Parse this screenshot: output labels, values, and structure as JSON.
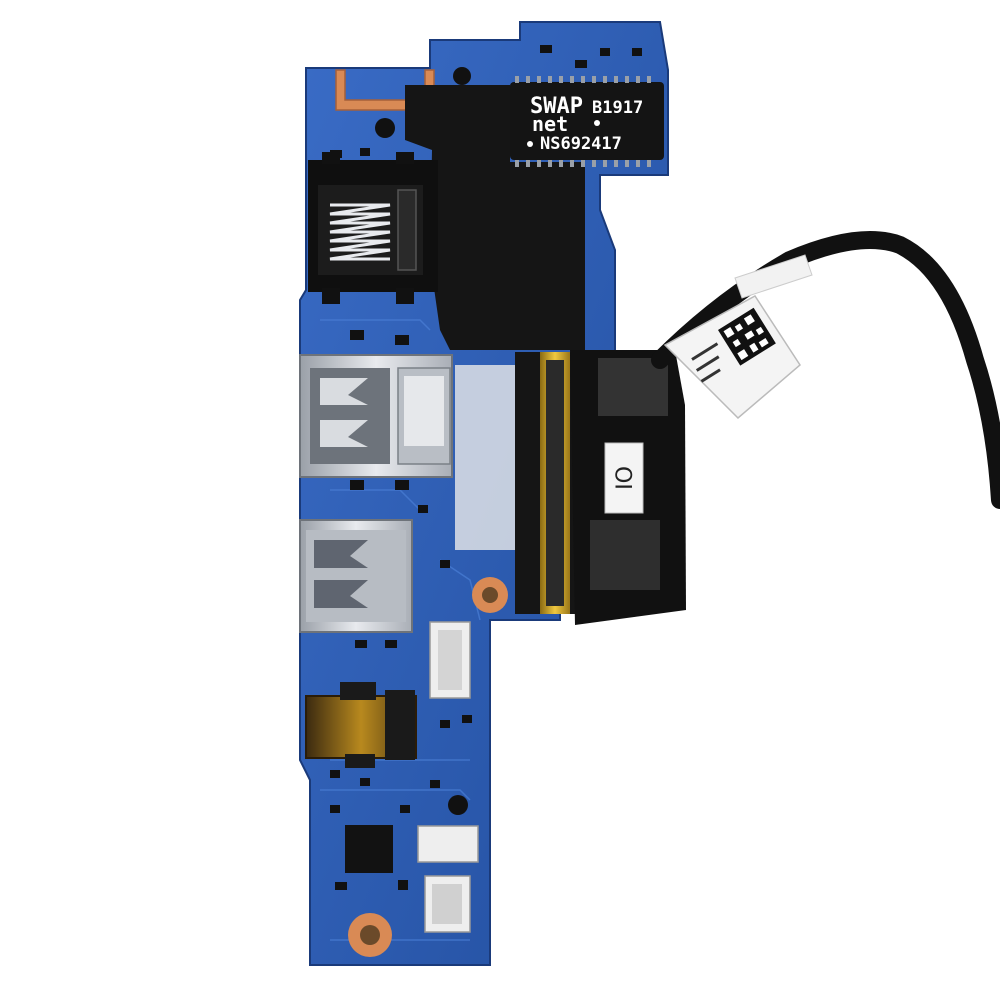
{
  "image": {
    "subject": "laptop IO board"
  },
  "chip": {
    "line1_logo": "SWAP",
    "line1_code": "B1917",
    "line2": "net",
    "line3": "NS692417"
  },
  "cable_tag": {
    "text": "IO"
  },
  "colors": {
    "pcb": "#2f5fb8",
    "pcb_dark": "#1d3f86",
    "tape": "#151515",
    "metal": "#cfd3d8",
    "gold": "#c9a227",
    "copper": "#d98a55"
  }
}
